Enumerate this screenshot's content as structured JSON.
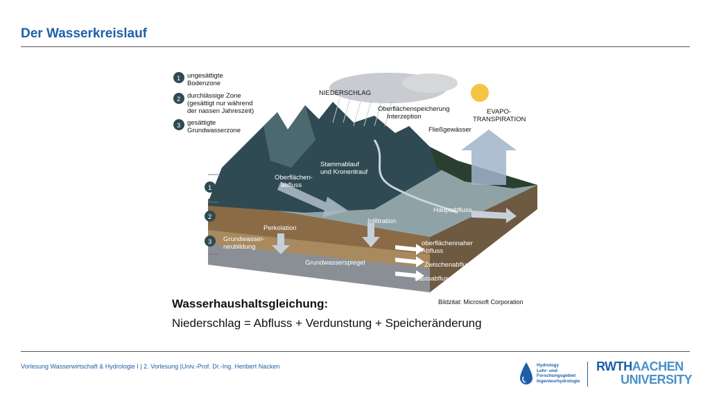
{
  "slide": {
    "title": "Der Wasserkreislauf",
    "footer": "Vorlesung Wasserwirtschaft & Hydrologie I | 2. Vorlesung |Univ.-Prof. Dr.-Ing. Heribert Nacken",
    "credit": "Bildzitat: Microsoft Corporation",
    "equation_title": "Wasserhaushaltsgleichung:",
    "equation": "Niederschlag = Abfluss + Verdunstung + Speicheränderung"
  },
  "legend": [
    {
      "num": "1",
      "line1": "ungesättigte",
      "line2": "Bodenzone",
      "line3": ""
    },
    {
      "num": "2",
      "line1": "durchlässige Zone",
      "line2": "(gesättigt nur während",
      "line3": "der nassen Jahreszeit)"
    },
    {
      "num": "3",
      "line1": "gesättigte",
      "line2": "Grundwasserzone",
      "line3": ""
    }
  ],
  "zones": [
    "1",
    "2",
    "3"
  ],
  "labels": {
    "niederschlag": "NIEDERSCHLAG",
    "speicherung1": "Oberflächenspeicherung",
    "speicherung2": "Interzeption",
    "evapo1": "EVAPO-",
    "evapo2": "TRANSPIRATION",
    "fliess": "Fließgewässer",
    "stamm1": "Stammablauf",
    "stamm2": "und Kronentrauf",
    "oberfl1": "Oberflächen-",
    "oberfl2": "abfluss",
    "haupt": "Hauptabfluss",
    "perko": "Perkolation",
    "infil": "Infiltration",
    "gwneu1": "Grundwasser-",
    "gwneu2": "neubildung",
    "obernah1": "oberflächennaher",
    "obernah2": "Abfluss",
    "zwischen": "Zwischenabfluss",
    "gwspiegel": "Grundwasserspiegel",
    "basis": "Basisabfluss"
  },
  "logo": {
    "hyd1": "Hydrology",
    "hyd2": "Lehr- und",
    "hyd3": "Forschungsgebiet",
    "hyd4": "Ingenieurhydrologie",
    "rwth_a": "RWTH",
    "rwth_b": "AACHEN",
    "rwth_c": "UNIVERSITY"
  },
  "colors": {
    "title_blue": "#1f5fa8",
    "accent_blue": "#4a90c8",
    "terrain_dark": "#2f4a52",
    "soil_brown": "#8a6b45",
    "groundwater_gray": "#8a8f96"
  }
}
